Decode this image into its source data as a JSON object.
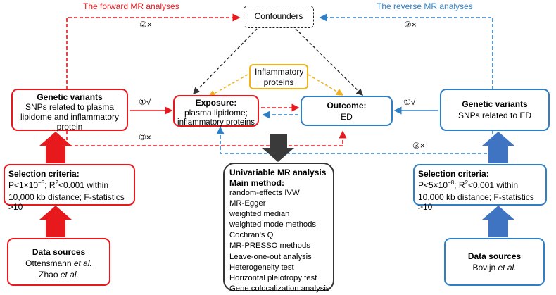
{
  "captions": {
    "forward": "The forward MR analyses",
    "reverse": "The reverse MR analyses"
  },
  "confounders": "Confounders",
  "inflammatory": "Inflammatory proteins",
  "labels": {
    "left_top_cross": "②×",
    "right_top_cross": "②×",
    "left_check": "①√",
    "right_check": "①√",
    "left_bottom_cross": "③×",
    "right_bottom_cross": "③×"
  },
  "left_genetic": {
    "title": "Genetic variants",
    "line1": "SNPs related to plasma",
    "line2": "lipidome and inflammatory",
    "line3": "protein"
  },
  "exposure": {
    "title": "Exposure:",
    "line1": "plasma lipidome;",
    "line2": "inflammatory proteins"
  },
  "outcome": {
    "title": "Outcome:",
    "line1": "ED"
  },
  "right_genetic": {
    "title": "Genetic variants",
    "line1": "SNPs related to ED"
  },
  "left_selection": {
    "title": "Selection criteria:",
    "p_prefix": "P<1×10",
    "p_exp": "−5",
    "r_prefix": "; R",
    "r_exp": "2",
    "r_suffix": "<0.001 within",
    "line3": "10,000 kb distance; F-statistics >10"
  },
  "right_selection": {
    "title": "Selection criteria:",
    "p_prefix": "P<5×10",
    "p_exp": "−8",
    "r_prefix": "; R",
    "r_exp": "2",
    "r_suffix": "<0.001 within",
    "line3": "10,000 kb distance; F-statistics >10"
  },
  "left_sources": {
    "title": "Data sources",
    "s1_name": "Ottensmann ",
    "s1_etal": "et al.",
    "s2_name": "Zhao ",
    "s2_etal": "et al."
  },
  "right_sources": {
    "title": "Data sources",
    "s1_name": "Bovijn ",
    "s1_etal": "et al."
  },
  "methods": {
    "title": "Univariable MR analysis",
    "subtitle": "Main method:",
    "items": [
      "random-effects IVW",
      "MR-Egger",
      "weighted median",
      "weighted mode methods",
      "Cochran's Q",
      "MR-PRESSO methods",
      "Leave-one-out analysis",
      "Heterogeneity test",
      "Horizontal pleiotropy test",
      "Gene colocalization analysis"
    ]
  },
  "colors": {
    "red": "#e8191d",
    "blue": "#2f7fc6",
    "gold": "#f2b11b",
    "dark": "#333333"
  }
}
